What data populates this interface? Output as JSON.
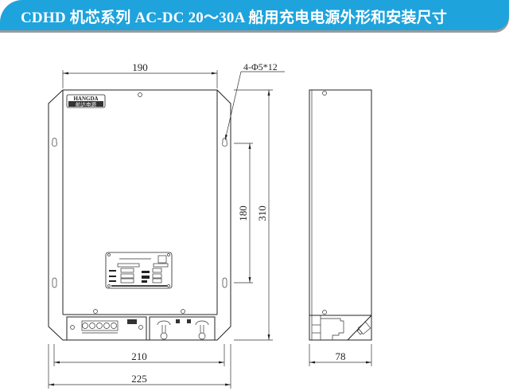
{
  "header": {
    "title": "CDHD 机芯系列 AC-DC 20～30A 船用充电电源外形和安装尺寸"
  },
  "drawing": {
    "logo": {
      "line1": "HANGDA",
      "line2": "航达电源"
    },
    "dimensions": {
      "top_width": "190",
      "hole_spec": "4-Φ5*12",
      "hole_spacing": "180",
      "height": "310",
      "inner_width": "210",
      "overall_width": "225",
      "depth": "78"
    }
  }
}
